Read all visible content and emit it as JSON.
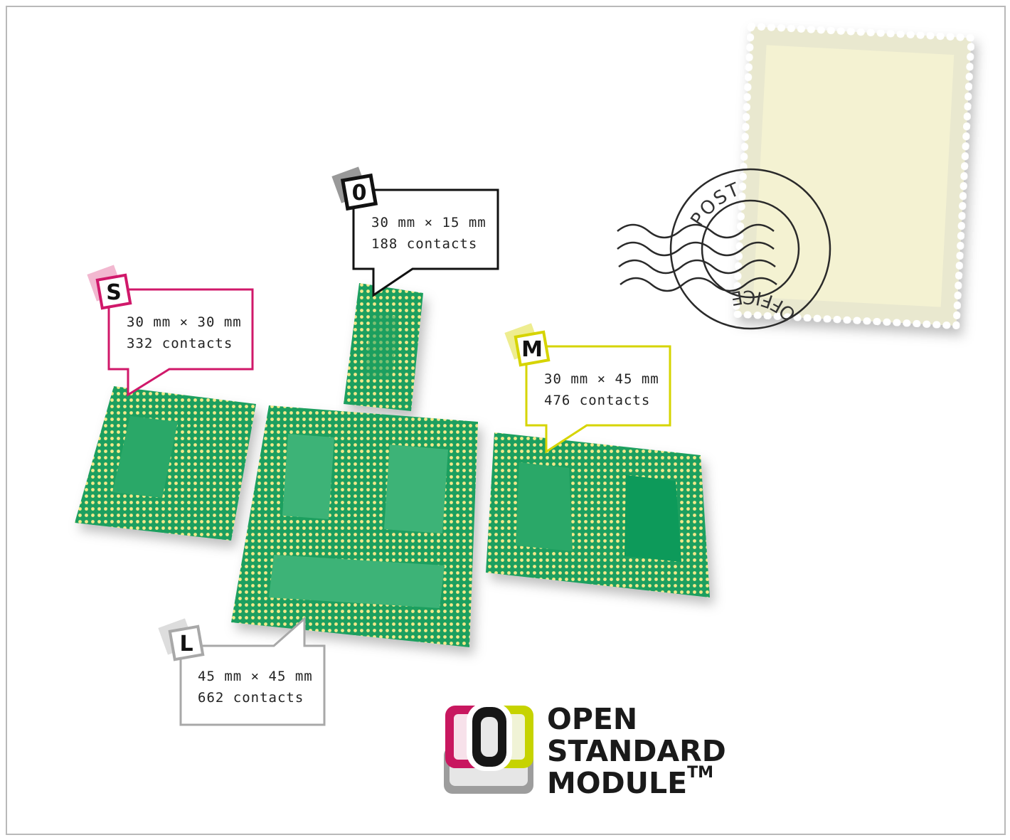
{
  "modules": [
    {
      "id": "S",
      "badge": "S",
      "size": "30 mm × 30 mm",
      "contacts": "332 contacts",
      "color": "#d0186a"
    },
    {
      "id": "O",
      "badge": "0",
      "size": "30 mm × 15 mm",
      "contacts": "188 contacts",
      "color": "#111111"
    },
    {
      "id": "M",
      "badge": "M",
      "size": "30 mm × 45 mm",
      "contacts": "476 contacts",
      "color": "#d6d400"
    },
    {
      "id": "L",
      "badge": "L",
      "size": "45 mm × 45 mm",
      "contacts": "662 contacts",
      "color": "#a8a8a8"
    }
  ],
  "postmark": {
    "top": "POST",
    "bottom": "OFFICE"
  },
  "logo": {
    "line1": "OPEN",
    "line2": "STANDARD",
    "line3": "MODULE",
    "trademark": "TM",
    "letter": "O"
  },
  "colors": {
    "board": "#1f9f5e",
    "pad": "#f3e98a",
    "stamp": "#efeed6"
  }
}
